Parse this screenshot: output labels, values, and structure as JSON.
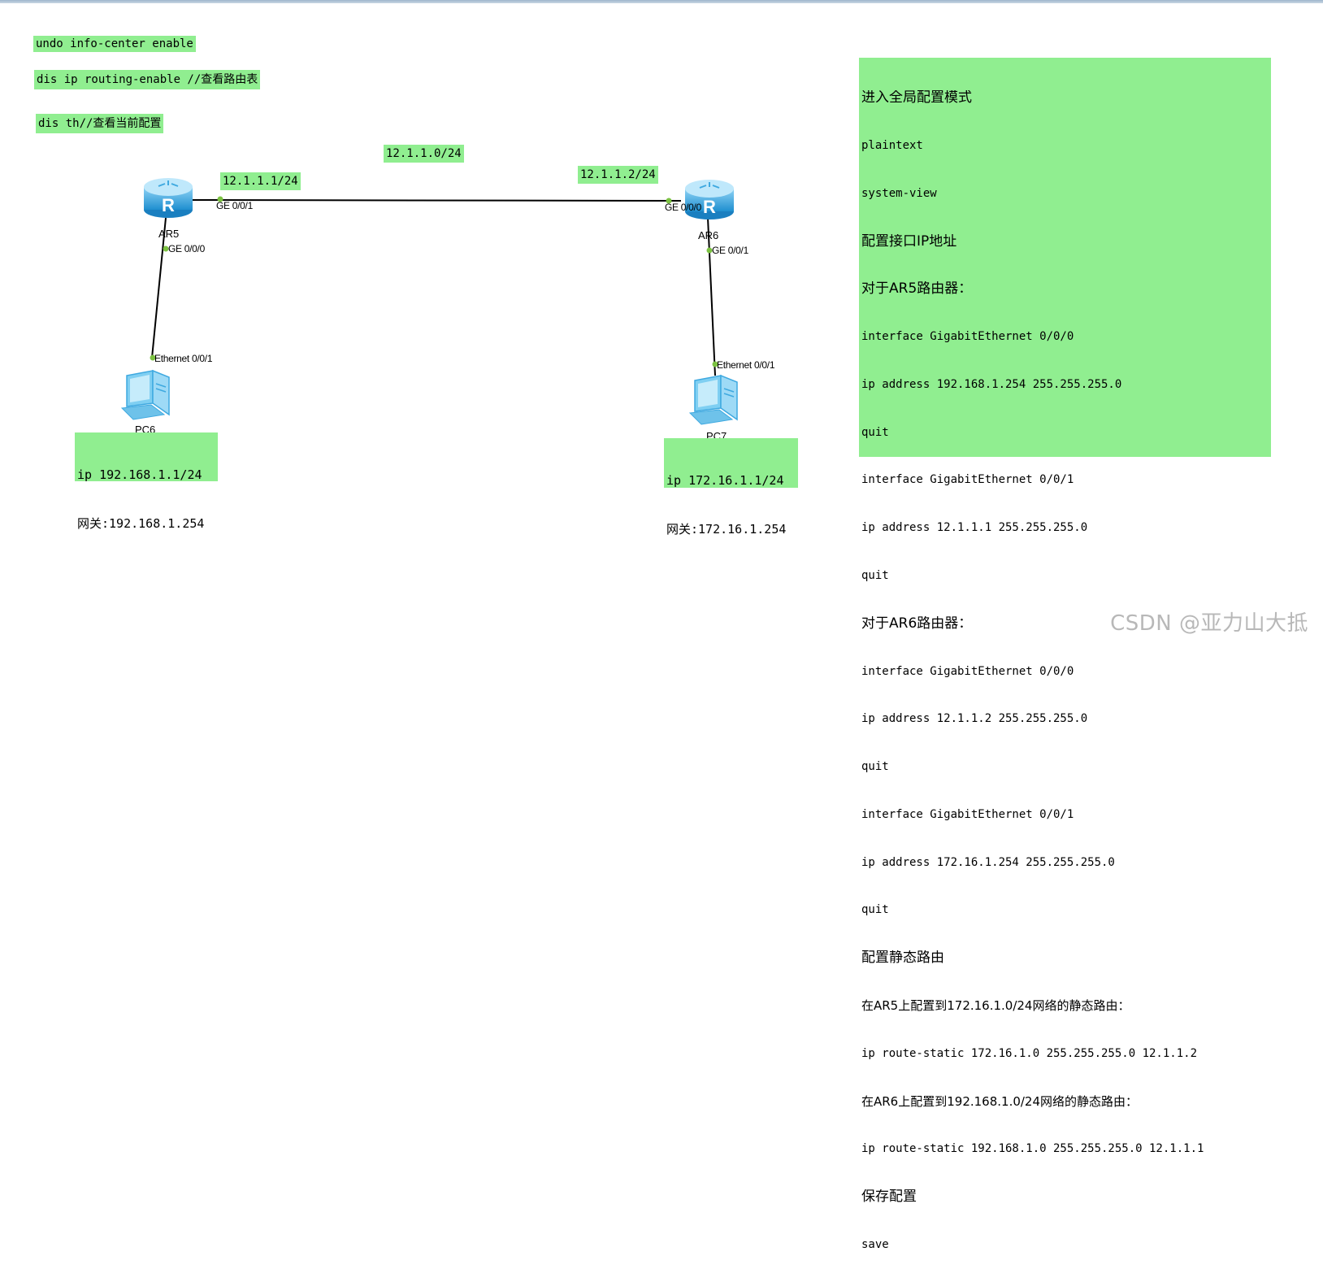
{
  "notes": {
    "undo_info_center": "undo info-center enable",
    "dis_ip_routing": "dis ip routing-enable //查看路由表",
    "dis_th": "dis th//查看当前配置",
    "network": "12.1.1.0/24",
    "ar5_ip": "12.1.1.1/24",
    "ar6_ip": "12.1.1.2/24"
  },
  "config_lines": [
    "进入全局配置模式",
    "plaintext",
    "system-view",
    "配置接口IP地址",
    "对于AR5路由器：",
    "interface GigabitEthernet 0/0/0",
    "ip address 192.168.1.254 255.255.255.0",
    "quit",
    "interface GigabitEthernet 0/0/1",
    "ip address 12.1.1.1 255.255.255.0",
    "quit",
    "对于AR6路由器：",
    "interface GigabitEthernet 0/0/0",
    "ip address 12.1.1.2 255.255.255.0",
    "quit",
    "interface GigabitEthernet 0/0/1",
    "ip address 172.16.1.254 255.255.255.0",
    "quit",
    "配置静态路由",
    "在AR5上配置到172.16.1.0/24网络的静态路由：",
    "ip route-static 172.16.1.0 255.255.255.0 12.1.1.2",
    "在AR6上配置到192.168.1.0/24网络的静态路由：",
    "ip route-static 192.168.1.0 255.255.255.0 12.1.1.1",
    "保存配置",
    "save"
  ],
  "devices": {
    "ar5": {
      "label": "AR5",
      "port_top": "GE 0/0/1",
      "port_bottom": "GE 0/0/0",
      "icon": "router-icon"
    },
    "ar6": {
      "label": "AR6",
      "port_top": "GE 0/0/0",
      "port_bottom": "GE 0/0/1",
      "icon": "router-icon"
    },
    "pc6": {
      "label": "PC6",
      "port": "Ethernet 0/0/1",
      "ip": "ip 192.168.1.1/24",
      "gateway": "网关:192.168.1.254",
      "icon": "pc-icon"
    },
    "pc7": {
      "label": "PC7",
      "port": "Ethernet 0/0/1",
      "ip": "ip 172.16.1.1/24",
      "gateway": "网关:172.16.1.254",
      "icon": "pc-icon"
    }
  },
  "colors": {
    "note_bg": "#90ee90",
    "port_dot": "#7cc242",
    "router_blue": "#3fa9e0"
  },
  "watermark": "CSDN @亚力山大抵"
}
